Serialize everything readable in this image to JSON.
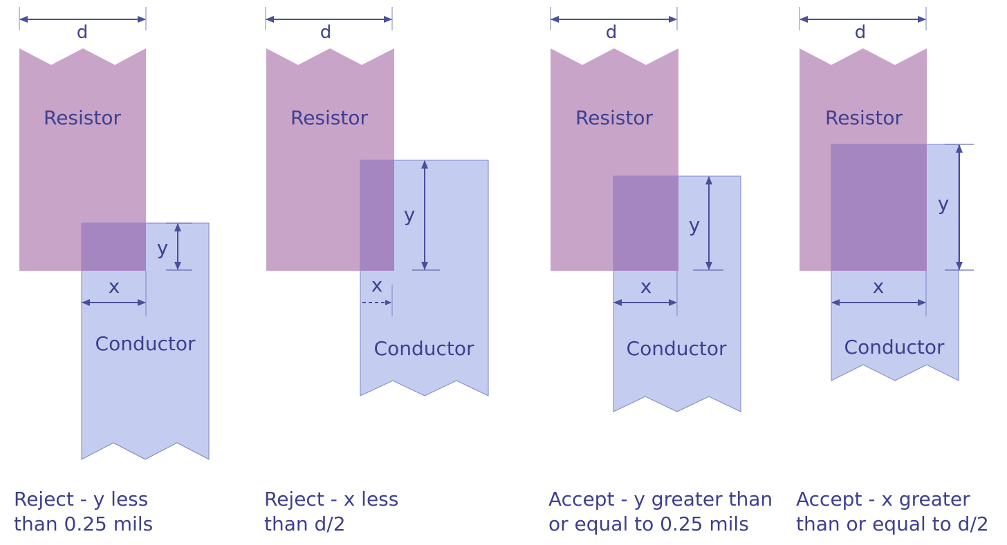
{
  "colors": {
    "resistor": "#c8a4c9",
    "conductor": "#c4cdf0",
    "overlap": "#a586c1",
    "conductor_stroke": "#7b82c9",
    "dimension_line": "#4a4f9a",
    "text": "#3e3f8f"
  },
  "panels": [
    {
      "id": "panel-1",
      "dimension_d": "d",
      "resistor_label": "Resistor",
      "conductor_label": "Conductor",
      "dimension_x": "x",
      "dimension_y": "y",
      "caption": [
        "Reject - y less",
        "than 0.25 mils"
      ]
    },
    {
      "id": "panel-2",
      "dimension_d": "d",
      "resistor_label": "Resistor",
      "conductor_label": "Conductor",
      "dimension_x": "x",
      "dimension_y": "y",
      "caption": [
        "Reject - x less",
        "than d/2"
      ]
    },
    {
      "id": "panel-3",
      "dimension_d": "d",
      "resistor_label": "Resistor",
      "conductor_label": "Conductor",
      "dimension_x": "x",
      "dimension_y": "y",
      "caption": [
        "Accept - y greater than",
        "or equal to 0.25 mils"
      ]
    },
    {
      "id": "panel-4",
      "dimension_d": "d",
      "resistor_label": "Resistor",
      "conductor_label": "Conductor",
      "dimension_x": "x",
      "dimension_y": "y",
      "caption": [
        "Accept - x greater",
        "than or equal to d/2"
      ]
    }
  ]
}
